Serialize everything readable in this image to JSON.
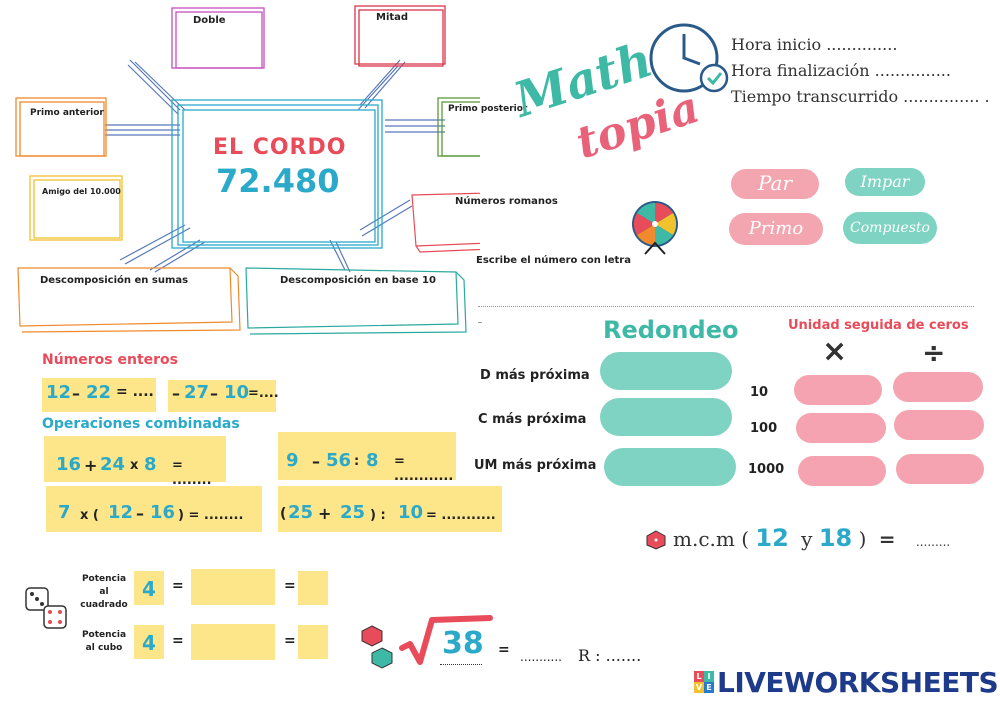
{
  "hub": {
    "title": "EL CORDO",
    "number": "72.480"
  },
  "boxes": {
    "doble": "Doble",
    "mitad": "Mitad",
    "primo_anterior": "Primo anterior",
    "primo_posterior": "Primo posterior",
    "amigo": "Amigo del 10.000",
    "romanos": "Números romanos",
    "letra": "Escribe el número con letra",
    "desc_sumas": "Descomposición  en sumas",
    "desc_base10": "Descomposición en base 10"
  },
  "logo": {
    "line1": "Maths",
    "line2": "topia"
  },
  "time": {
    "inicio": "Hora inicio ..............",
    "final": "Hora finalización  ...............",
    "transcurrido": "Tiempo transcurrido  ............... ."
  },
  "classify": {
    "par": "Par",
    "impar": "Impar",
    "primo": "Primo",
    "compuesto": "Compuesto"
  },
  "enteros": {
    "title": "Números enteros",
    "e1": [
      "12",
      "22"
    ],
    "e2": [
      "27",
      "10"
    ]
  },
  "combinadas": {
    "title": "Operaciones combinadas",
    "c1": [
      "16",
      "24",
      "8"
    ],
    "c2": [
      "9",
      "56",
      "8"
    ],
    "c3": [
      "7",
      "12",
      "16"
    ],
    "c4": [
      "25",
      "25",
      "10"
    ]
  },
  "redondeo": {
    "title": "Redondeo",
    "d": "D más próxima",
    "c": "C más próxima",
    "um": "UM más próxima"
  },
  "unidad": {
    "title": "Unidad seguida de ceros",
    "mult": "×",
    "div": "÷",
    "rows": [
      "10",
      "100",
      "1000"
    ]
  },
  "mcm": {
    "label": "m.c.m (",
    "a": "12",
    "y": "y",
    "b": "18",
    "close": ")",
    "eq": "=",
    "ans": "........."
  },
  "potencias": {
    "cuadrado": "Potencia al cuadrado",
    "cubo": "Potencia al cubo",
    "base": "4",
    "eq": "="
  },
  "raiz": {
    "radicand": "38",
    "eq": "=",
    "ans": "...........",
    "resto": "R : ......."
  },
  "brand": {
    "text": "LIVEWORKSHEETS",
    "badge": [
      "L",
      "I",
      "V",
      "E"
    ]
  }
}
